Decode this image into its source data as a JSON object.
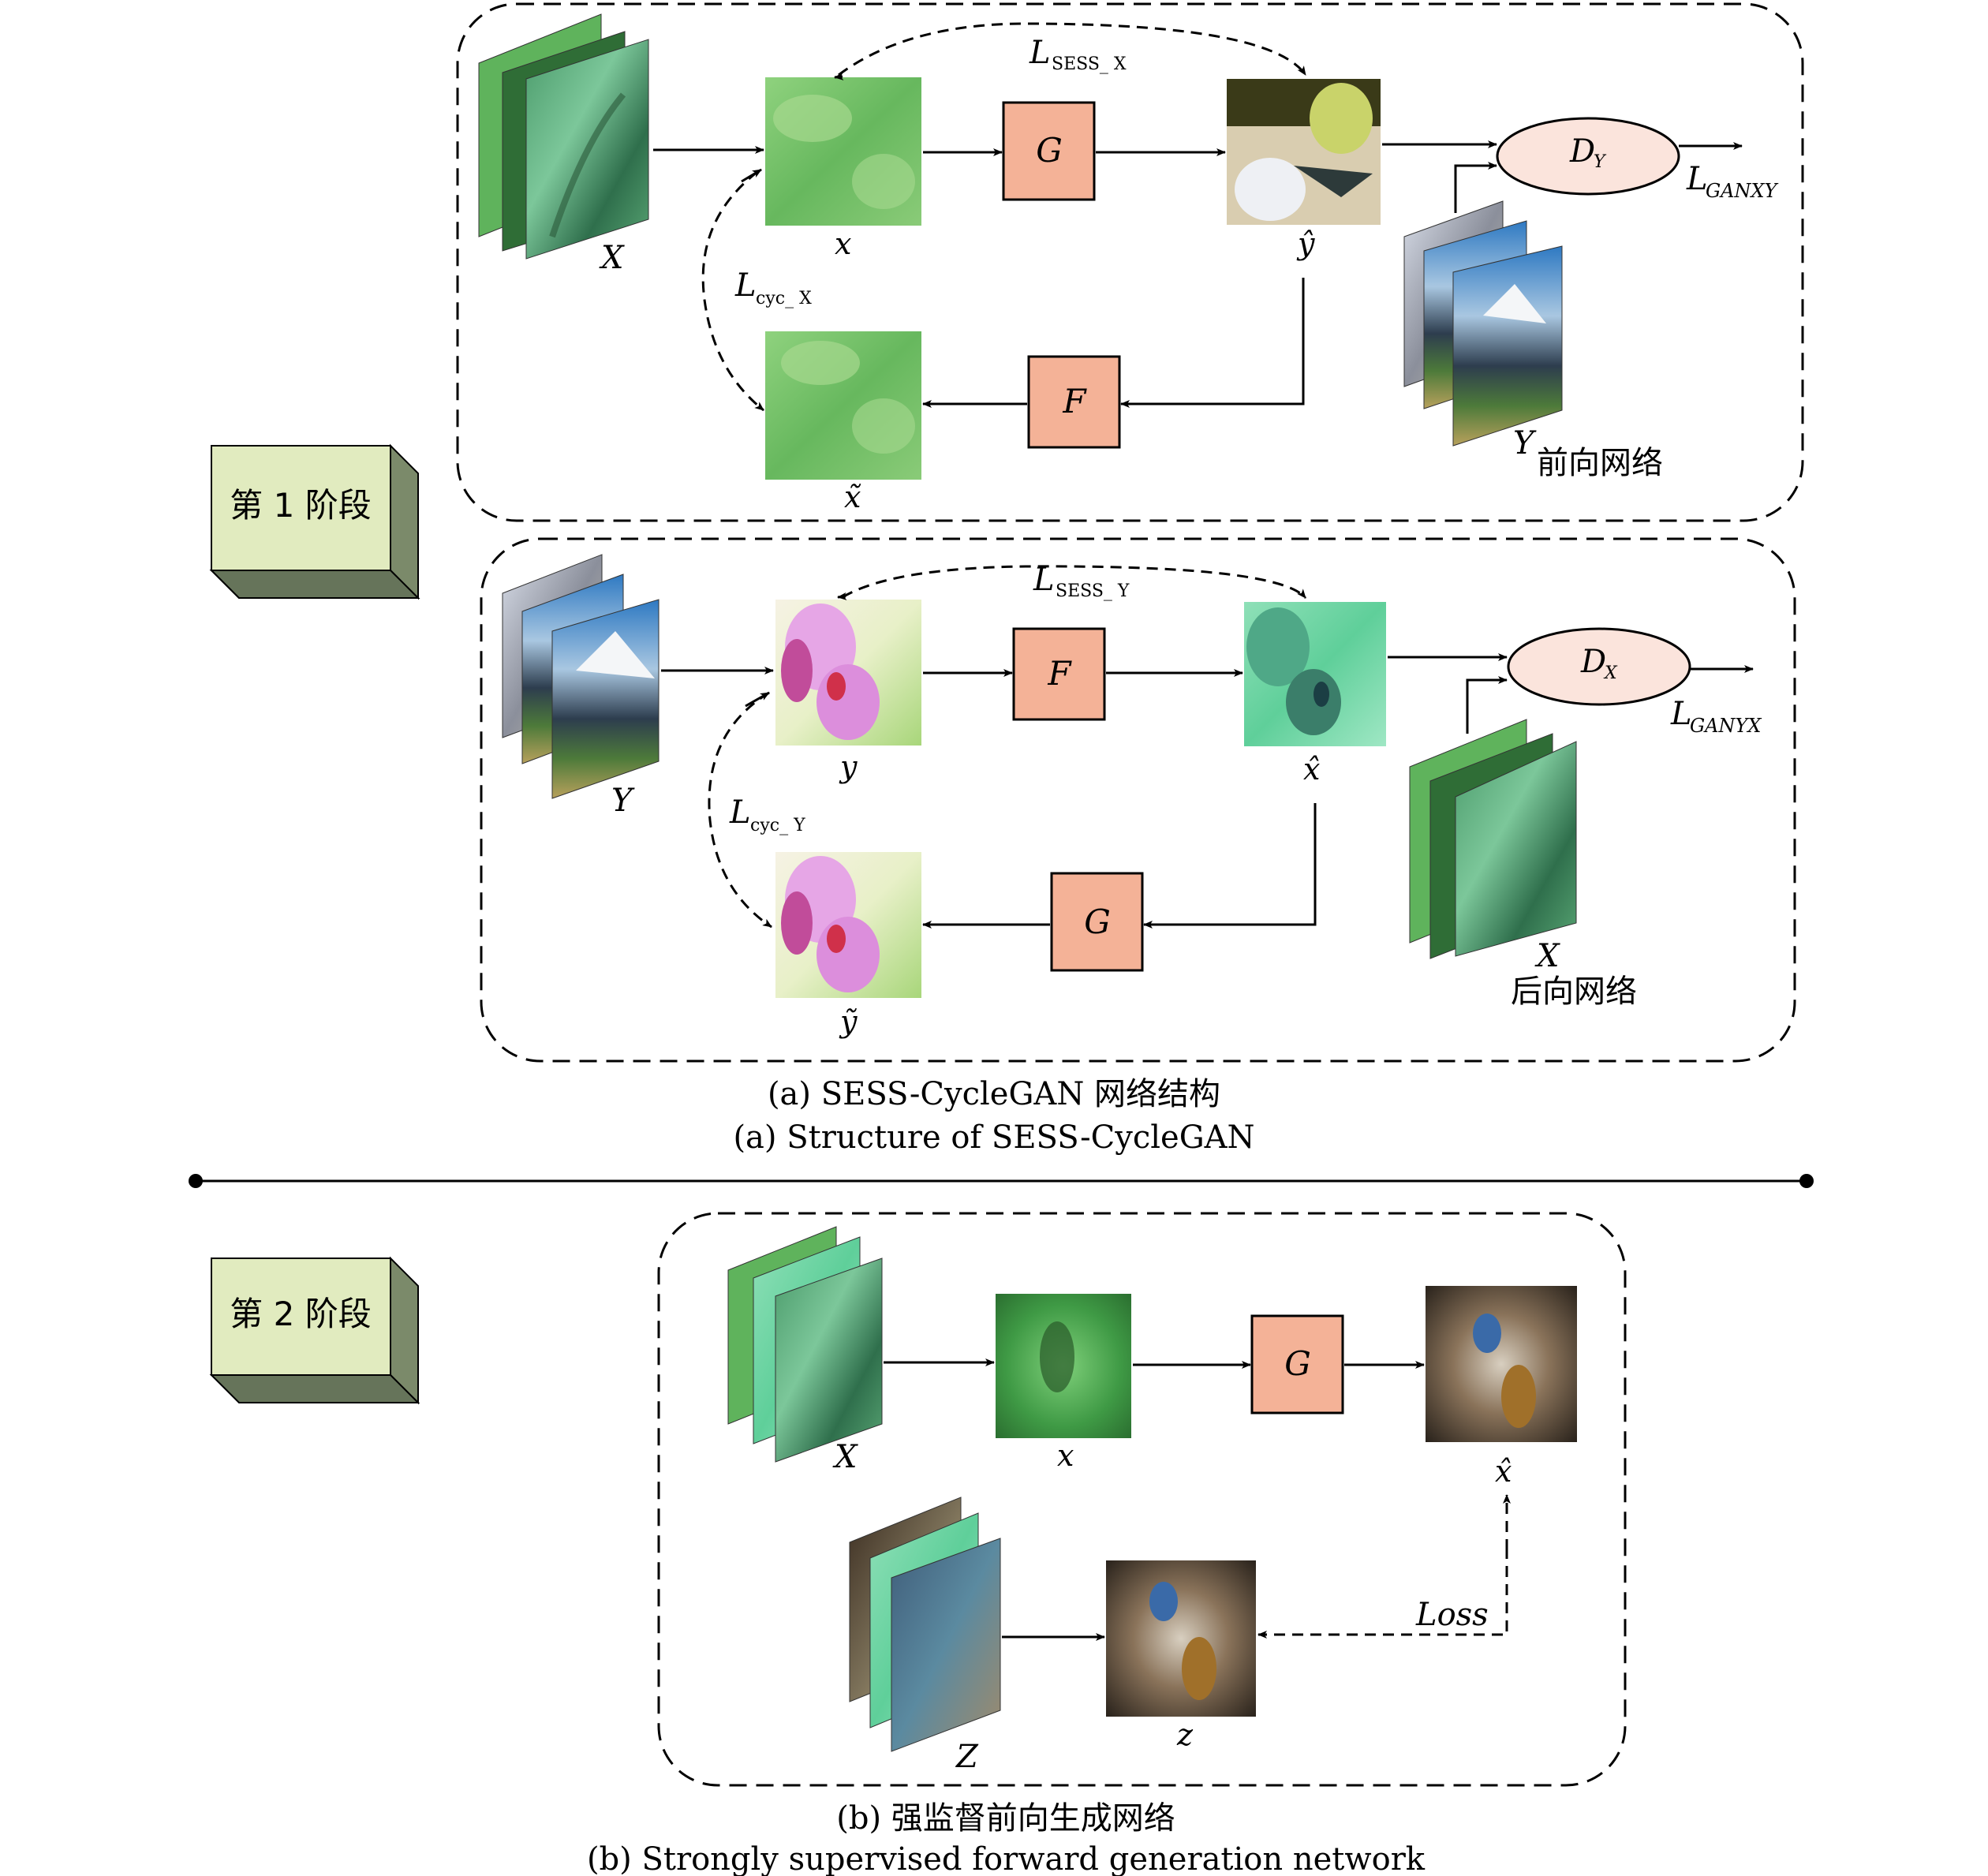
{
  "colors": {
    "generator_fill": "#f4b297",
    "discriminator_fill": "#fbe4dc",
    "stage_box_face": "#e1ebbf",
    "stage_box_side": "#7b8a6a",
    "green_image": "#74c26a",
    "orchid_pink": "#e6a6e6",
    "dark_image": "#3a3226"
  },
  "stage1": {
    "label": "第 1 阶段",
    "forward": {
      "network_label": "前向网络",
      "input_stack": "X",
      "x": "x",
      "generator": "G",
      "y_hat": "ŷ",
      "discriminator": "D",
      "discriminator_sub": "Y",
      "loss_gan": "L",
      "loss_gan_sub": "GANXY",
      "real_stack": "Y",
      "inverse_generator": "F",
      "x_tilde": "x̃",
      "loss_sess": "L",
      "loss_sess_sub": "SESS_ X",
      "loss_cyc": "L",
      "loss_cyc_sub": "cyc_ X"
    },
    "backward": {
      "network_label": "后向网络",
      "input_stack": "Y",
      "y": "y",
      "generator": "F",
      "x_hat": "x̂",
      "discriminator": "D",
      "discriminator_sub": "X",
      "loss_gan": "L",
      "loss_gan_sub": "GANYX",
      "real_stack": "X",
      "inverse_generator": "G",
      "y_tilde": "ỹ",
      "loss_sess": "L",
      "loss_sess_sub": "SESS_ Y",
      "loss_cyc": "L",
      "loss_cyc_sub": "cyc_ Y"
    },
    "caption_cn": "(a)  SESS-CycleGAN 网络结构",
    "caption_en": "(a) Structure of SESS-CycleGAN"
  },
  "stage2": {
    "label": "第 2 阶段",
    "input_stack": "X",
    "x": "x",
    "generator": "G",
    "x_hat": "x̂",
    "ref_stack": "Z",
    "z": "z",
    "loss": "Loss",
    "caption_cn": "(b) 强监督前向生成网络",
    "caption_en": "(b) Strongly supervised forward generation network"
  }
}
